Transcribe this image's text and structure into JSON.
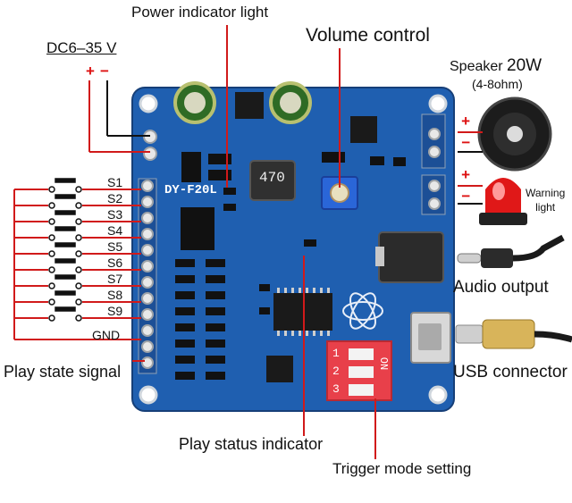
{
  "labels": {
    "power_indicator": "Power indicator light",
    "volume_control": "Volume control",
    "dc_input": "DC6–35 V",
    "plus": "+",
    "minus": "−",
    "speaker": "Speaker",
    "speaker_power": "20W",
    "speaker_impedance": "(4-8ohm)",
    "warning_light": [
      "Warning",
      "light"
    ],
    "audio_output": "Audio output",
    "usb_connector": "USB connector",
    "play_state_signal": "Play state signal",
    "play_status_indicator": "Play status indicator",
    "trigger_mode_setting": "Trigger mode setting"
  },
  "switches": [
    "S1",
    "S2",
    "S3",
    "S4",
    "S5",
    "S6",
    "S7",
    "S8",
    "S9"
  ],
  "gnd": "GND",
  "board": {
    "model": "DY-F20L",
    "inductor": "470",
    "dip_labels": [
      "1",
      "2",
      "3"
    ],
    "dip_on": "ON"
  },
  "polarity": {
    "speaker": [
      "+",
      "−"
    ],
    "warning": [
      "+",
      "−"
    ]
  },
  "colors": {
    "board": "#1f5fb0",
    "board_dark": "#173f7a",
    "leader": "#d11a1a",
    "dip": "#e8404a"
  }
}
